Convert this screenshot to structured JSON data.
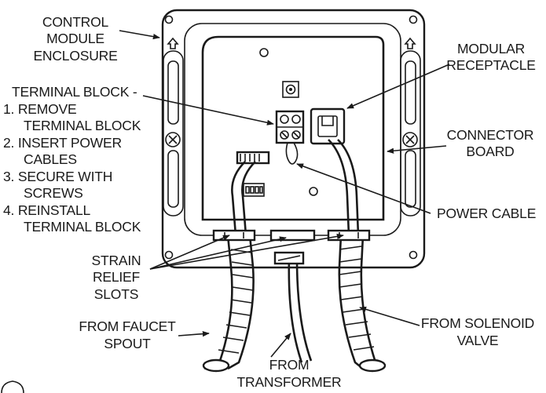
{
  "labels": {
    "control_module_enclosure": [
      "CONTROL",
      "MODULE",
      "ENCLOSURE"
    ],
    "terminal_block": [
      "TERMINAL BLOCK -",
      "1. REMOVE",
      "TERMINAL BLOCK",
      "2. INSERT POWER",
      "CABLES",
      "3. SECURE WITH",
      "SCREWS",
      "4. REINSTALL",
      "TERMINAL BLOCK"
    ],
    "modular_receptacle": [
      "MODULAR",
      "RECEPTACLE"
    ],
    "connector_board": [
      "CONNECTOR",
      "BOARD"
    ],
    "power_cable": "POWER CABLE",
    "strain_relief_slots": [
      "STRAIN",
      "RELIEF",
      "SLOTS"
    ],
    "from_faucet_spout": [
      "FROM FAUCET",
      "SPOUT"
    ],
    "from_solenoid_valve": [
      "FROM SOLENOID",
      "VALVE"
    ],
    "from_transformer": [
      "FROM",
      "TRANSFORMER"
    ]
  }
}
